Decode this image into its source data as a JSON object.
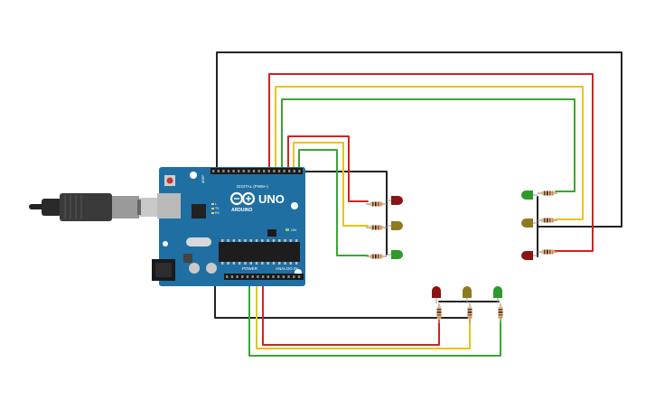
{
  "board": {
    "brand": "ARDUINO",
    "model": "UNO",
    "digital_header": "DIGITAL (PWM~)",
    "analog_header": "ANALOG IN",
    "power_header": "POWER",
    "on_label": "ON",
    "tx_label": "TX",
    "rx_label": "RX",
    "l_label": "L",
    "aref_label": "AREF"
  },
  "colors": {
    "board": "#1f6fa3",
    "wire_black": "#222222",
    "wire_red": "#d42121",
    "wire_yellow": "#e8c416",
    "wire_green": "#3aa535",
    "led_red": "#8a1414",
    "led_yellow": "#8f7a22",
    "led_green": "#2e9a2a"
  },
  "groups": [
    {
      "id": "right-of-board",
      "leds": [
        "red",
        "yellow",
        "green"
      ]
    },
    {
      "id": "far-right",
      "leds": [
        "green",
        "yellow",
        "red"
      ]
    },
    {
      "id": "bottom",
      "leds": [
        "red",
        "yellow",
        "green"
      ]
    }
  ]
}
